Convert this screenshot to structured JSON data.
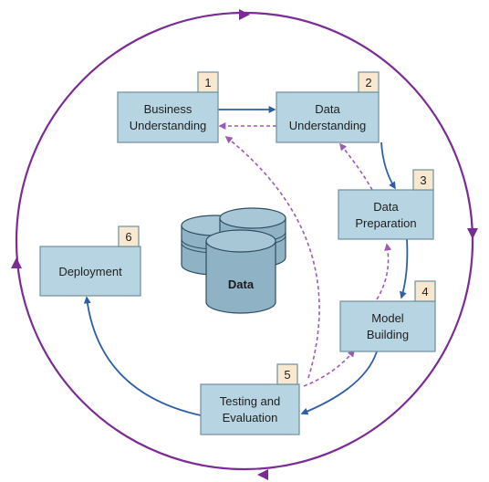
{
  "diagram": {
    "center_label": "Data",
    "steps": [
      {
        "id": "business",
        "number": "1",
        "line1": "Business",
        "line2": "Understanding"
      },
      {
        "id": "data-understanding",
        "number": "2",
        "line1": "Data",
        "line2": "Understanding"
      },
      {
        "id": "data-preparation",
        "number": "3",
        "line1": "Data",
        "line2": "Preparation"
      },
      {
        "id": "model-building",
        "number": "4",
        "line1": "Model",
        "line2": "Building"
      },
      {
        "id": "testing",
        "number": "5",
        "line1": "Testing and",
        "line2": "Evaluation"
      },
      {
        "id": "deployment",
        "number": "6",
        "line1": "Deployment",
        "line2": ""
      }
    ]
  },
  "colors": {
    "box_fill": "#b7d4e3",
    "box_stroke": "#6f8f9e",
    "number_fill": "#f7e8cf",
    "outer_cycle": "#7b2b95",
    "forward_arrow": "#2f5ea8",
    "feedback_arrow": "#9a5bb5",
    "cylinder_fill": "#8fb2c4",
    "cylinder_top": "#a8c7d6",
    "cylinder_stroke": "#2d4f61"
  }
}
